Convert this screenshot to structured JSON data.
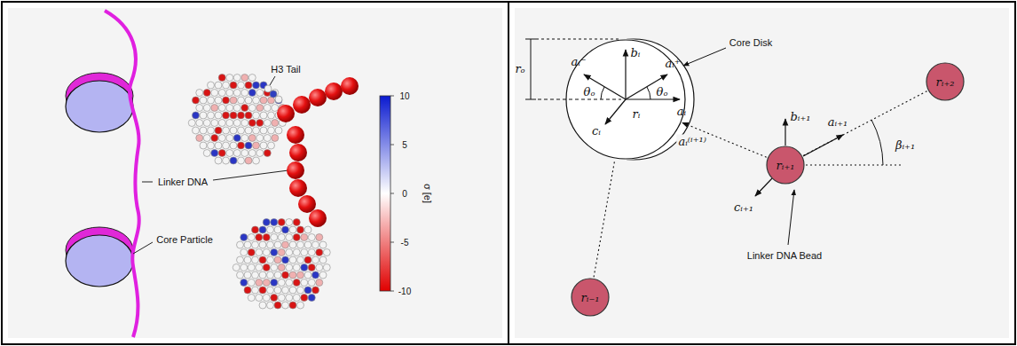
{
  "diagram": {
    "nodes": [
      {
        "text": [
          "rᵢ"
        ]
      },
      {
        "text": [
          "rᵢ₊₁"
        ]
      },
      {
        "text": [
          "rᵢ₊₂"
        ]
      },
      {
        "text": [
          "rᵢ₋₁"
        ]
      }
    ],
    "edges": [
      {
        "from": 3,
        "to": 0,
        "arrow": "none"
      },
      {
        "from": 1,
        "to": 0,
        "arrow": "to",
        "label": "aᵢ⁽ⁱ⁺¹⁾"
      },
      {
        "from": 1,
        "to": 2,
        "arrow": "none"
      }
    ],
    "labels": [
      "Linker DNA",
      "Core Particle",
      "H3 Tail",
      "10",
      "5",
      "0",
      "-5",
      "-10",
      "σ [e]",
      "Core Disk",
      "rₒ",
      "θₒ",
      "θₒ",
      "bᵢ",
      "aᵢ⁻",
      "aᵢ⁺",
      "aᵢ",
      "cᵢ",
      "bᵢ₊₁",
      "aᵢ₊₁",
      "βᵢ₊₁",
      "cᵢ₊₁",
      "Linker DNA Bead"
    ]
  }
}
